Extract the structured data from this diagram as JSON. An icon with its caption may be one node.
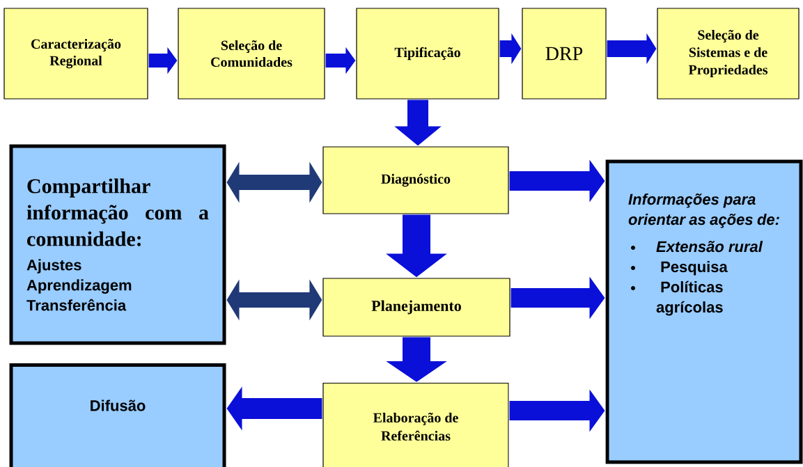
{
  "diagram": {
    "nodes": [
      {
        "text": [
          "Caracterização Regional"
        ]
      },
      {
        "text": [
          "Seleção de Comunidades"
        ]
      },
      {
        "text": [
          "Tipificação"
        ]
      },
      {
        "text": [
          "DRP"
        ]
      },
      {
        "text": [
          "Seleção de Sistemas e de Propriedades"
        ]
      },
      {
        "text": [
          "Compartilhar informação com a comunidade:",
          "Ajustes",
          "Aprendizagem",
          "Transferência"
        ]
      },
      {
        "text": [
          "Diagnóstico"
        ]
      },
      {
        "text": [
          "Planejamento"
        ]
      },
      {
        "text": [
          "Elaboração de Referências"
        ]
      },
      {
        "text": [
          "Difusão"
        ]
      },
      {
        "text": [
          "Informações para orientar as ações de:",
          "Extensão rural",
          "Pesquisa",
          "Políticas agrícolas"
        ]
      }
    ],
    "edges": [
      {
        "from": 0,
        "to": 1,
        "arrow": "to"
      },
      {
        "from": 1,
        "to": 2,
        "arrow": "to"
      },
      {
        "from": 2,
        "to": 3,
        "arrow": "to"
      },
      {
        "from": 3,
        "to": 4,
        "arrow": "to"
      },
      {
        "from": 2,
        "to": 6,
        "arrow": "to"
      },
      {
        "from": 6,
        "to": 7,
        "arrow": "to"
      },
      {
        "from": 7,
        "to": 8,
        "arrow": "to"
      },
      {
        "from": 5,
        "to": 6,
        "arrow": "both",
        "color": "#203a78"
      },
      {
        "from": 5,
        "to": 7,
        "arrow": "both",
        "color": "#203a78"
      },
      {
        "from": 8,
        "to": 9,
        "arrow": "to"
      },
      {
        "from": 6,
        "to": 10,
        "arrow": "to"
      },
      {
        "from": 7,
        "to": 10,
        "arrow": "to"
      },
      {
        "from": 8,
        "to": 10,
        "arrow": "to"
      }
    ]
  }
}
